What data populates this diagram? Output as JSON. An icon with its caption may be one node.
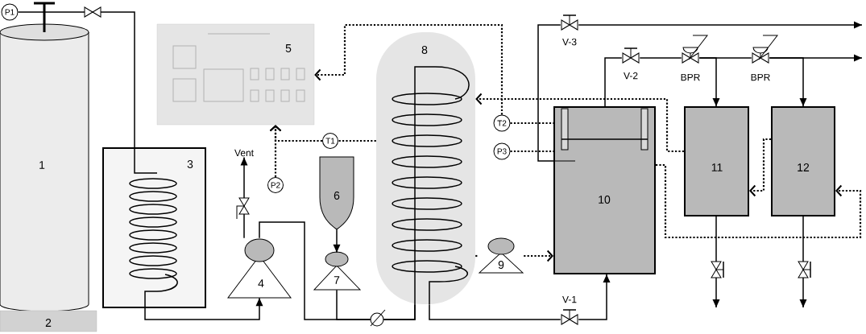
{
  "diagram": {
    "nodes": [
      {
        "text": [
          "1"
        ]
      },
      {
        "text": [
          "2"
        ]
      },
      {
        "text": [
          "P1"
        ]
      },
      {
        "text": [
          "3"
        ]
      },
      {
        "text": [
          "5"
        ]
      },
      {
        "text": [
          "Vent"
        ]
      },
      {
        "text": [
          "P2"
        ]
      },
      {
        "text": [
          "T1"
        ]
      },
      {
        "text": [
          "4"
        ]
      },
      {
        "text": [
          "6"
        ]
      },
      {
        "text": [
          "7"
        ]
      },
      {
        "text": [
          "8"
        ]
      },
      {
        "text": [
          "T2"
        ]
      },
      {
        "text": [
          "P3"
        ]
      },
      {
        "text": [
          "9"
        ]
      },
      {
        "text": [
          "10"
        ]
      },
      {
        "text": [
          "11"
        ]
      },
      {
        "text": [
          "12"
        ]
      },
      {
        "text": [
          "V-3"
        ]
      },
      {
        "text": [
          "V-2"
        ]
      },
      {
        "text": [
          "BPR"
        ]
      },
      {
        "text": [
          "BPR"
        ]
      },
      {
        "text": [
          "V-1"
        ]
      }
    ],
    "edges": [
      {
        "from": 0,
        "to": 3,
        "arrow": "none"
      },
      {
        "from": 3,
        "to": 8,
        "arrow": "to"
      },
      {
        "from": 8,
        "to": 5,
        "arrow": "to"
      },
      {
        "from": 8,
        "to": 11,
        "arrow": "none"
      },
      {
        "from": 10,
        "to": 11,
        "arrow": "none"
      },
      {
        "from": 9,
        "to": 10,
        "arrow": "to"
      },
      {
        "from": 11,
        "to": 22,
        "arrow": "none"
      },
      {
        "from": 22,
        "to": 15,
        "arrow": "to"
      },
      {
        "from": 15,
        "to": 19,
        "arrow": "none"
      },
      {
        "from": 19,
        "to": 20,
        "arrow": "none"
      },
      {
        "from": 20,
        "to": 16,
        "arrow": "to"
      },
      {
        "from": 20,
        "to": 21,
        "arrow": "none"
      },
      {
        "from": 21,
        "to": 17,
        "arrow": "to"
      },
      {
        "from": 21,
        "to": null,
        "arrow": "to"
      },
      {
        "from": 15,
        "to": 18,
        "arrow": "none"
      },
      {
        "from": 18,
        "to": null,
        "arrow": "to"
      },
      {
        "from": 16,
        "to": null,
        "arrow": "to"
      },
      {
        "from": 17,
        "to": null,
        "arrow": "to"
      },
      {
        "from": 2,
        "to": 0,
        "arrow": "none"
      },
      {
        "from": 6,
        "to": 4,
        "arrow": "to",
        "style": "dashed"
      },
      {
        "from": 7,
        "to": 4,
        "arrow": "to",
        "style": "dashed"
      },
      {
        "from": 11,
        "to": 7,
        "arrow": "none",
        "style": "dashed"
      },
      {
        "from": 12,
        "to": 15,
        "arrow": "none",
        "style": "dashed"
      },
      {
        "from": 13,
        "to": 15,
        "arrow": "none",
        "style": "dashed"
      },
      {
        "from": 12,
        "to": 4,
        "arrow": "to",
        "style": "dashed"
      },
      {
        "from": 16,
        "to": 11,
        "arrow": "to",
        "style": "dashed"
      },
      {
        "from": 11,
        "to": 14,
        "arrow": "none",
        "style": "dashed"
      },
      {
        "from": 14,
        "to": 15,
        "arrow": "to",
        "style": "dashed"
      },
      {
        "from": 15,
        "to": 17,
        "arrow": "to",
        "style": "dashed"
      },
      {
        "from": 17,
        "to": 16,
        "arrow": "to",
        "style": "dashed"
      }
    ]
  }
}
